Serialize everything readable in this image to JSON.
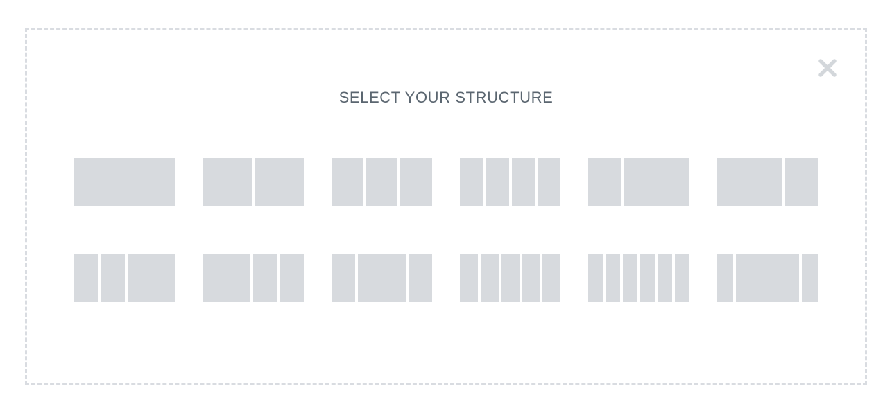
{
  "modal": {
    "title": "SELECT YOUR STRUCTURE"
  },
  "colors": {
    "background": "#ffffff",
    "modal_border": "#d9dce1",
    "block": "#d7dade",
    "title_text": "#5b6670",
    "close_icon": "#d3d7db"
  },
  "icons": {
    "close": "close-icon"
  },
  "structures": [
    {
      "name": "full-width",
      "columns": [
        1
      ]
    },
    {
      "name": "two-equal-columns",
      "columns": [
        1,
        1
      ]
    },
    {
      "name": "three-equal-columns",
      "columns": [
        1,
        1,
        1
      ]
    },
    {
      "name": "four-equal-columns",
      "columns": [
        1,
        1,
        1,
        1
      ]
    },
    {
      "name": "one-third-two-thirds",
      "columns": [
        1,
        2
      ]
    },
    {
      "name": "two-thirds-one-third",
      "columns": [
        2,
        1
      ]
    },
    {
      "name": "quarter-quarter-half",
      "columns": [
        1,
        1,
        2
      ]
    },
    {
      "name": "half-quarter-quarter",
      "columns": [
        2,
        1,
        1
      ]
    },
    {
      "name": "quarter-half-quarter",
      "columns": [
        1,
        2,
        1
      ]
    },
    {
      "name": "five-equal-columns",
      "columns": [
        1,
        1,
        1,
        1,
        1
      ]
    },
    {
      "name": "six-equal-columns",
      "columns": [
        1,
        1,
        1,
        1,
        1,
        1
      ]
    },
    {
      "name": "narrow-wide-narrow",
      "columns": [
        1,
        4,
        1
      ]
    }
  ]
}
